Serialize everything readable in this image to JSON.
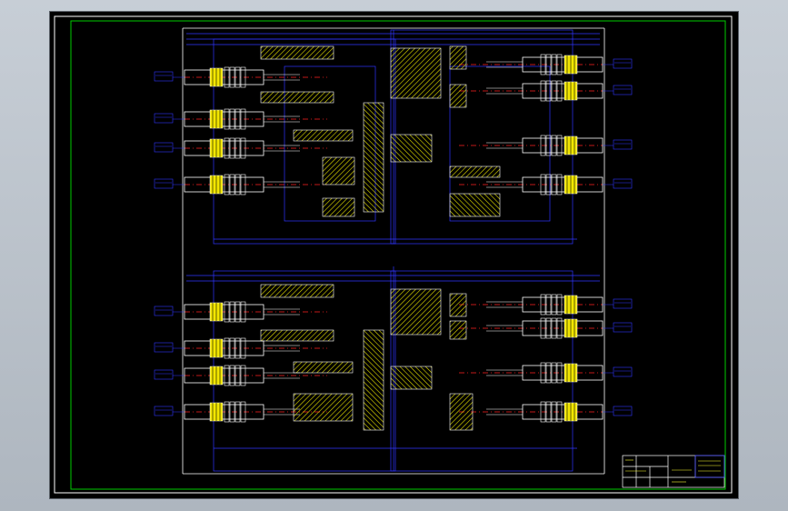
{
  "drawing": {
    "title_block": {
      "row1": "",
      "row2": "",
      "labels": []
    }
  },
  "colors": {
    "background": "#000000",
    "frame": "#ffffff",
    "inner_frame": "#00ff00",
    "dimension": "#3333ff",
    "centerline": "#ff2222",
    "hatch": "#ffff00",
    "parts": "#ffffff",
    "highlight": "#ffff33"
  },
  "icons": {
    "stations_upper": [
      "tool-spindle",
      "tool-spindle",
      "tool-spindle",
      "tool-spindle"
    ],
    "stations_lower": [
      "tool-spindle",
      "tool-spindle",
      "tool-spindle",
      "tool-spindle"
    ]
  }
}
